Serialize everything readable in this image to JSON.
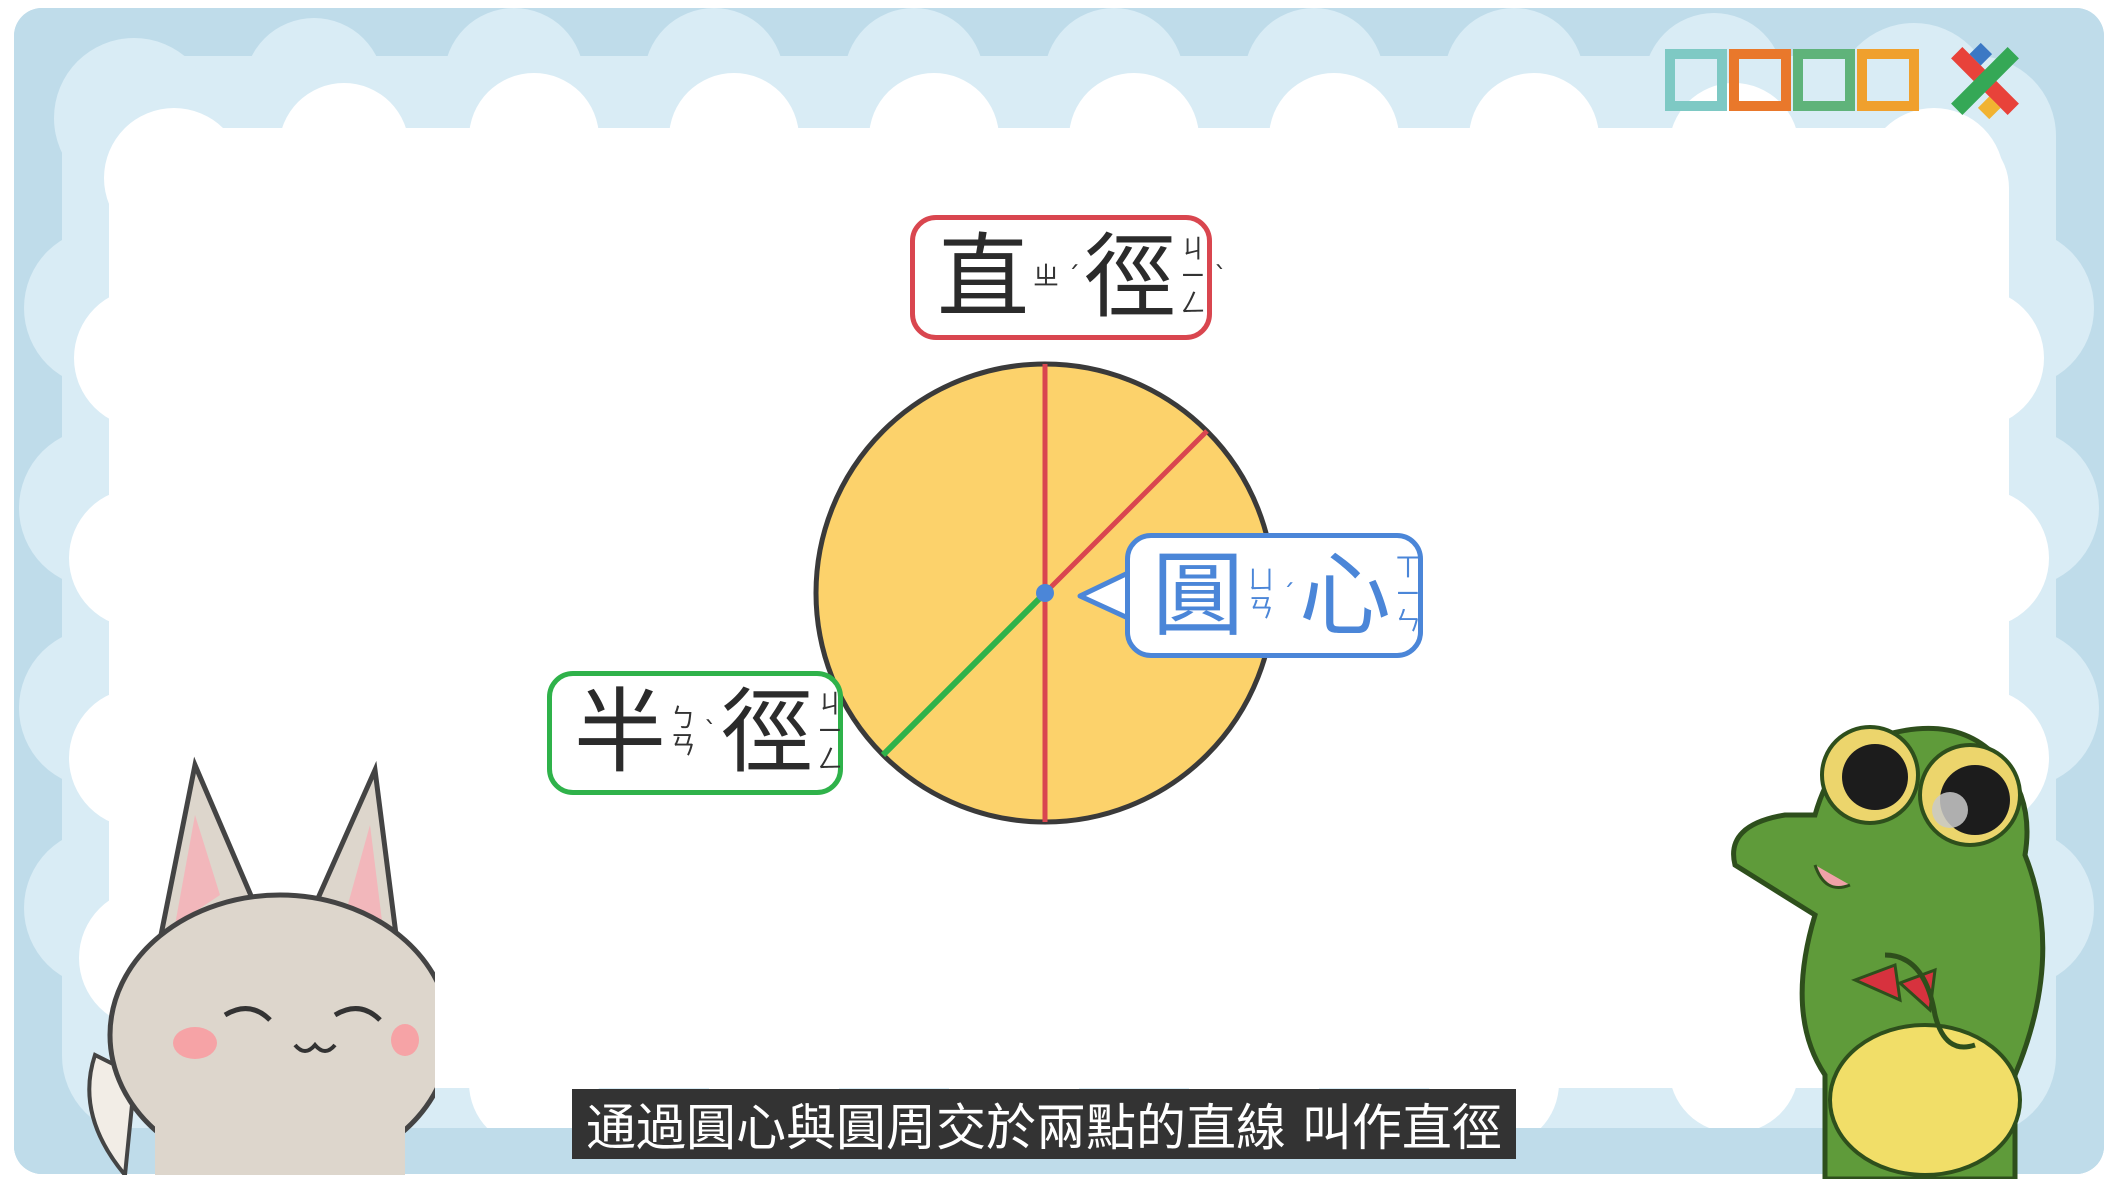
{
  "logo": {
    "wordmark_colors": [
      "#7ec9c4",
      "#e9782b",
      "#5fb37a",
      "#f0a02d"
    ],
    "emblem_colors": [
      "#e8423a",
      "#35a856",
      "#3b78c4",
      "#f1b331"
    ]
  },
  "labels": {
    "diameter": {
      "char1": "直",
      "zhuyin1": [
        "ㄓ"
      ],
      "tone1": "ˊ",
      "char2": "徑",
      "zhuyin2": [
        "ㄐ",
        "ㄧ",
        "ㄥ"
      ],
      "tone2": "ˋ"
    },
    "radius": {
      "char1": "半",
      "zhuyin1": [
        "ㄅ",
        "ㄢ"
      ],
      "tone1": "ˋ",
      "char2": "徑",
      "zhuyin2": [
        "ㄐ",
        "ㄧ",
        "ㄥ"
      ],
      "tone2": "ˋ"
    },
    "center": {
      "char1": "圓",
      "zhuyin1": [
        "ㄩ",
        "ㄢ"
      ],
      "tone1": "ˊ",
      "char2": "心",
      "zhuyin2": [
        "ㄒ",
        "ㄧ",
        "ㄣ"
      ],
      "tone2": ""
    }
  },
  "colors": {
    "circle_fill": "#fcd26b",
    "circle_stroke": "#3a3a3a",
    "diameter_line": "#d9464f",
    "radius_line": "#2fb24a",
    "center_dot": "#4b86d8"
  },
  "characters": {
    "left": "fox-character",
    "right": "frog-character"
  },
  "subtitle": "通過圓心與圓周交於兩點的直線 叫作直徑"
}
